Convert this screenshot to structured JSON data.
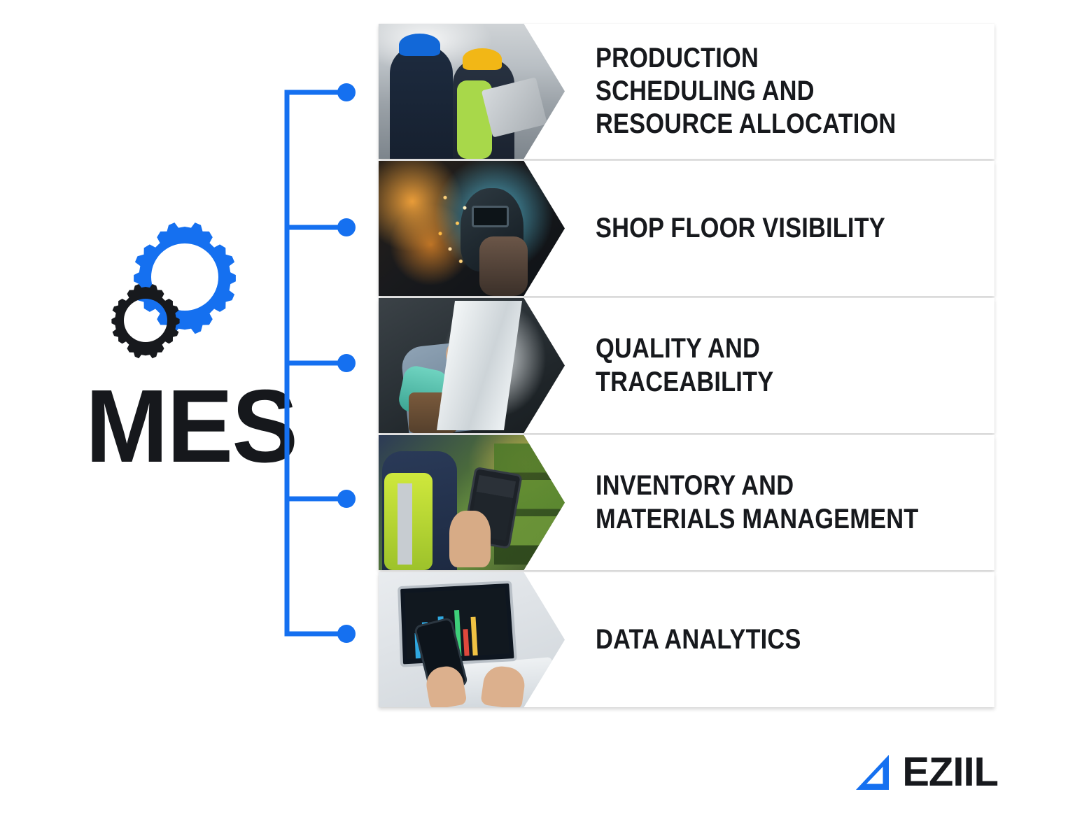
{
  "brand": {
    "title": "MES",
    "logo_icon": "gears-icon",
    "gear_primary_color": "#1570f0",
    "gear_secondary_color": "#17191d",
    "title_color": "#16181c"
  },
  "accent_color": "#1570f0",
  "connector": {
    "icon": "tree-connector-icon",
    "node_count": 5,
    "line_color": "#1570f0"
  },
  "items": [
    {
      "index": 1,
      "label": "PRODUCTION SCHEDULING AND\nRESOURCE ALLOCATION",
      "image_name": "photo-two-workers-hardhats-clipboard",
      "image_alt": "Two factory workers in blue and yellow hard hats reviewing a clipboard on a shop floor"
    },
    {
      "index": 2,
      "label": "SHOP FLOOR VISIBILITY",
      "image_name": "photo-welder-sparks",
      "image_alt": "Welder wearing a helmet with bright sparks flying in a dark workshop"
    },
    {
      "index": 3,
      "label": "QUALITY AND TRACEABILITY",
      "image_name": "photo-inspector-sheet-metal",
      "image_alt": "Bearded worker in safety glasses inspecting a large sheet metal part"
    },
    {
      "index": 4,
      "label": "INVENTORY AND\nMATERIALS MANAGEMENT",
      "image_name": "photo-warehouse-worker-tablet",
      "image_alt": "Warehouse worker in a hi-vis vest holding a tablet in front of stocked shelving"
    },
    {
      "index": 5,
      "label": "DATA ANALYTICS",
      "image_name": "photo-analytics-dashboard-laptop-phone",
      "image_alt": "Hands using a smartphone and laptop showing analytics dashboards with charts and gauges"
    }
  ],
  "footer": {
    "logo_mark_icon": "eziil-triangle-icon",
    "logo_text": "EZIIL",
    "mark_color": "#1570f0",
    "text_color": "#17191d"
  }
}
